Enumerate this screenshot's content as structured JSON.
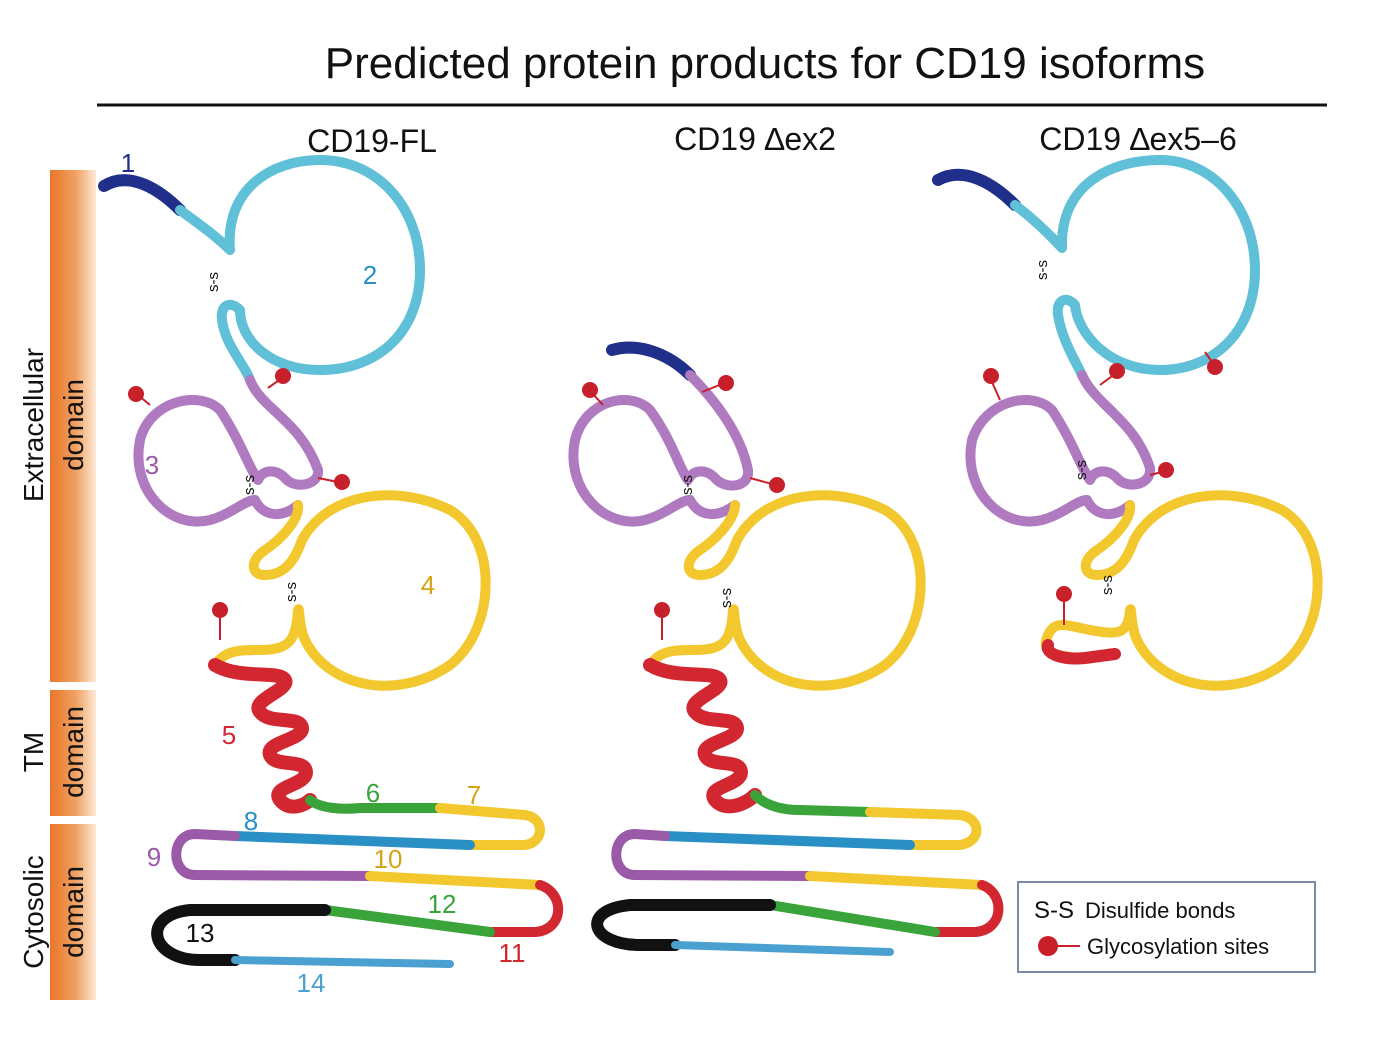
{
  "title": "Predicted protein products for CD19 isoforms",
  "isoforms": [
    {
      "label": "CD19-FL"
    },
    {
      "label": "CD19 ∆ex2"
    },
    {
      "label": "CD19 ∆ex5–6"
    }
  ],
  "domains": {
    "extracellular": {
      "line1": "Extracellular",
      "line2": "domain"
    },
    "tm": {
      "line1": "TM",
      "line2": "domain"
    },
    "cytosolic": {
      "line1": "Cytosolic",
      "line2": "domain"
    }
  },
  "exons": [
    {
      "label": "1",
      "color": "#1f2f8a"
    },
    {
      "label": "2",
      "color": "#2a8fc4"
    },
    {
      "label": "3",
      "color": "#9b5aa8"
    },
    {
      "label": "4",
      "color": "#e0b51c"
    },
    {
      "label": "5",
      "color": "#d22630"
    },
    {
      "label": "6",
      "color": "#3aa33a"
    },
    {
      "label": "7",
      "color": "#e0b51c"
    },
    {
      "label": "8",
      "color": "#2a8fc4"
    },
    {
      "label": "9",
      "color": "#9b5aa8"
    },
    {
      "label": "10",
      "color": "#e0b51c"
    },
    {
      "label": "11",
      "color": "#d22630"
    },
    {
      "label": "12",
      "color": "#3aa33a"
    },
    {
      "label": "13",
      "color": "#111111"
    },
    {
      "label": "14",
      "color": "#4aa0d0"
    }
  ],
  "ss_label": "s-s",
  "legend": {
    "ss_symbol": "S-S",
    "ss_text": "Disulfide bonds",
    "glyco_text": "Glycosylation sites"
  },
  "colors": {
    "domain_bar": "#e87a2a",
    "exon1": "#1f2f8a",
    "exon2": "#5fc0d8",
    "exon3": "#b07ac0",
    "exon4": "#f2c82e",
    "exon5": "#d22630",
    "green": "#3aa33a",
    "black": "#111111",
    "glyco": "#c8202a"
  }
}
